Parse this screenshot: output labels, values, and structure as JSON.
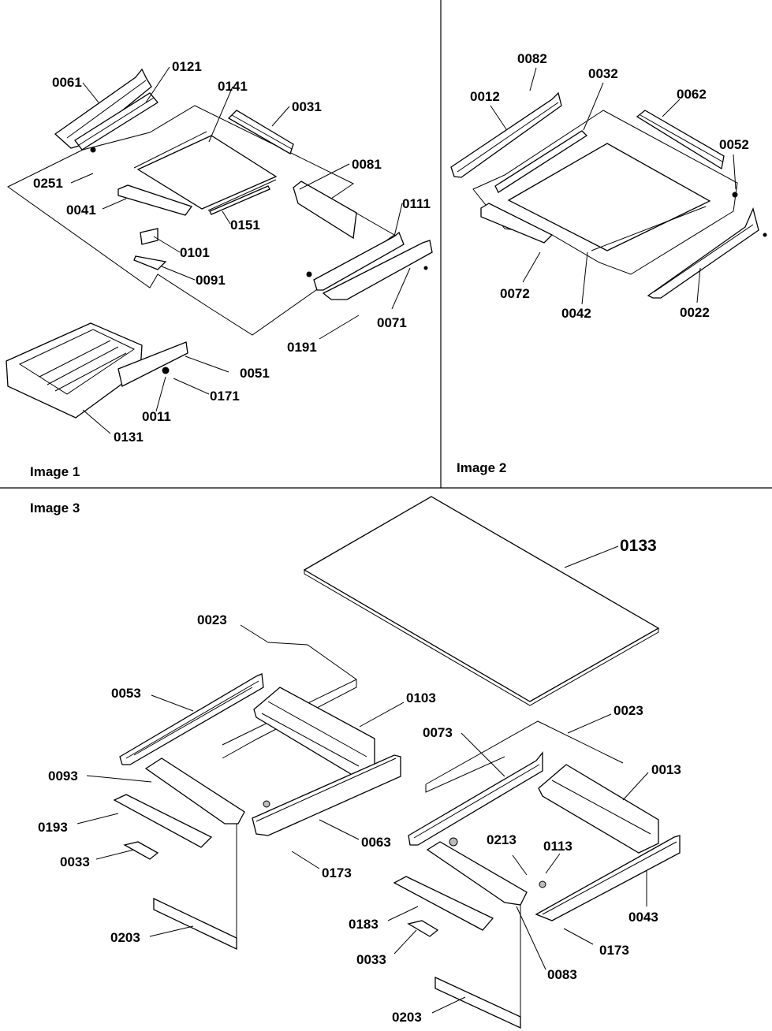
{
  "panels": {
    "image1": {
      "caption": "Image 1"
    },
    "image2": {
      "caption": "Image 2"
    },
    "image3": {
      "caption": "Image 3"
    }
  },
  "callouts": {
    "c0061": "0061",
    "c0121": "0121",
    "c0141": "0141",
    "c0031": "0031",
    "c0251": "0251",
    "c0041": "0041",
    "c0081": "0081",
    "c0151": "0151",
    "c0111": "0111",
    "c0101": "0101",
    "c0091": "0091",
    "c0071": "0071",
    "c0191": "0191",
    "c0051": "0051",
    "c0171": "0171",
    "c0011": "0011",
    "c0131": "0131",
    "c0082": "0082",
    "c0032": "0032",
    "c0012": "0012",
    "c0062": "0062",
    "c0052": "0052",
    "c0072": "0072",
    "c0042": "0042",
    "c0022": "0022",
    "c0133": "0133",
    "c0023a": "0023",
    "c0053": "0053",
    "c0103": "0103",
    "c0093": "0093",
    "c0193": "0193",
    "c0033a": "0033",
    "c0063": "0063",
    "c0173a": "0173",
    "c0203a": "0203",
    "c0023b": "0023",
    "c0073": "0073",
    "c0013": "0013",
    "c0213": "0213",
    "c0113": "0113",
    "c0183": "0183",
    "c0033b": "0033",
    "c0043": "0043",
    "c0173b": "0173",
    "c0083": "0083",
    "c0203b": "0203"
  }
}
